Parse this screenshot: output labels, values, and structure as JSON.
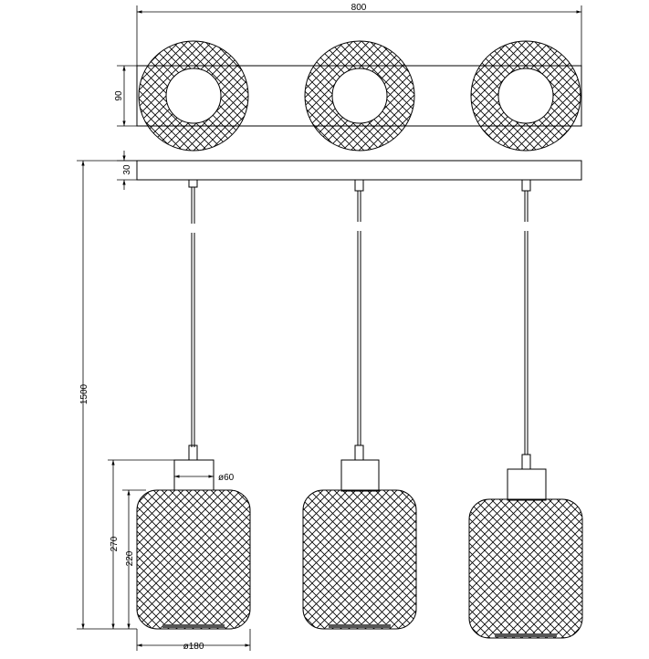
{
  "dimensions": {
    "total_width": "800",
    "canopy_depth": "90",
    "canopy_height": "30",
    "total_height": "1500",
    "lamp_height": "270",
    "shade_height": "220",
    "socket_diameter": "ø60",
    "shade_diameter": "ø180"
  },
  "colors": {
    "line": "#000000",
    "background": "#ffffff"
  }
}
